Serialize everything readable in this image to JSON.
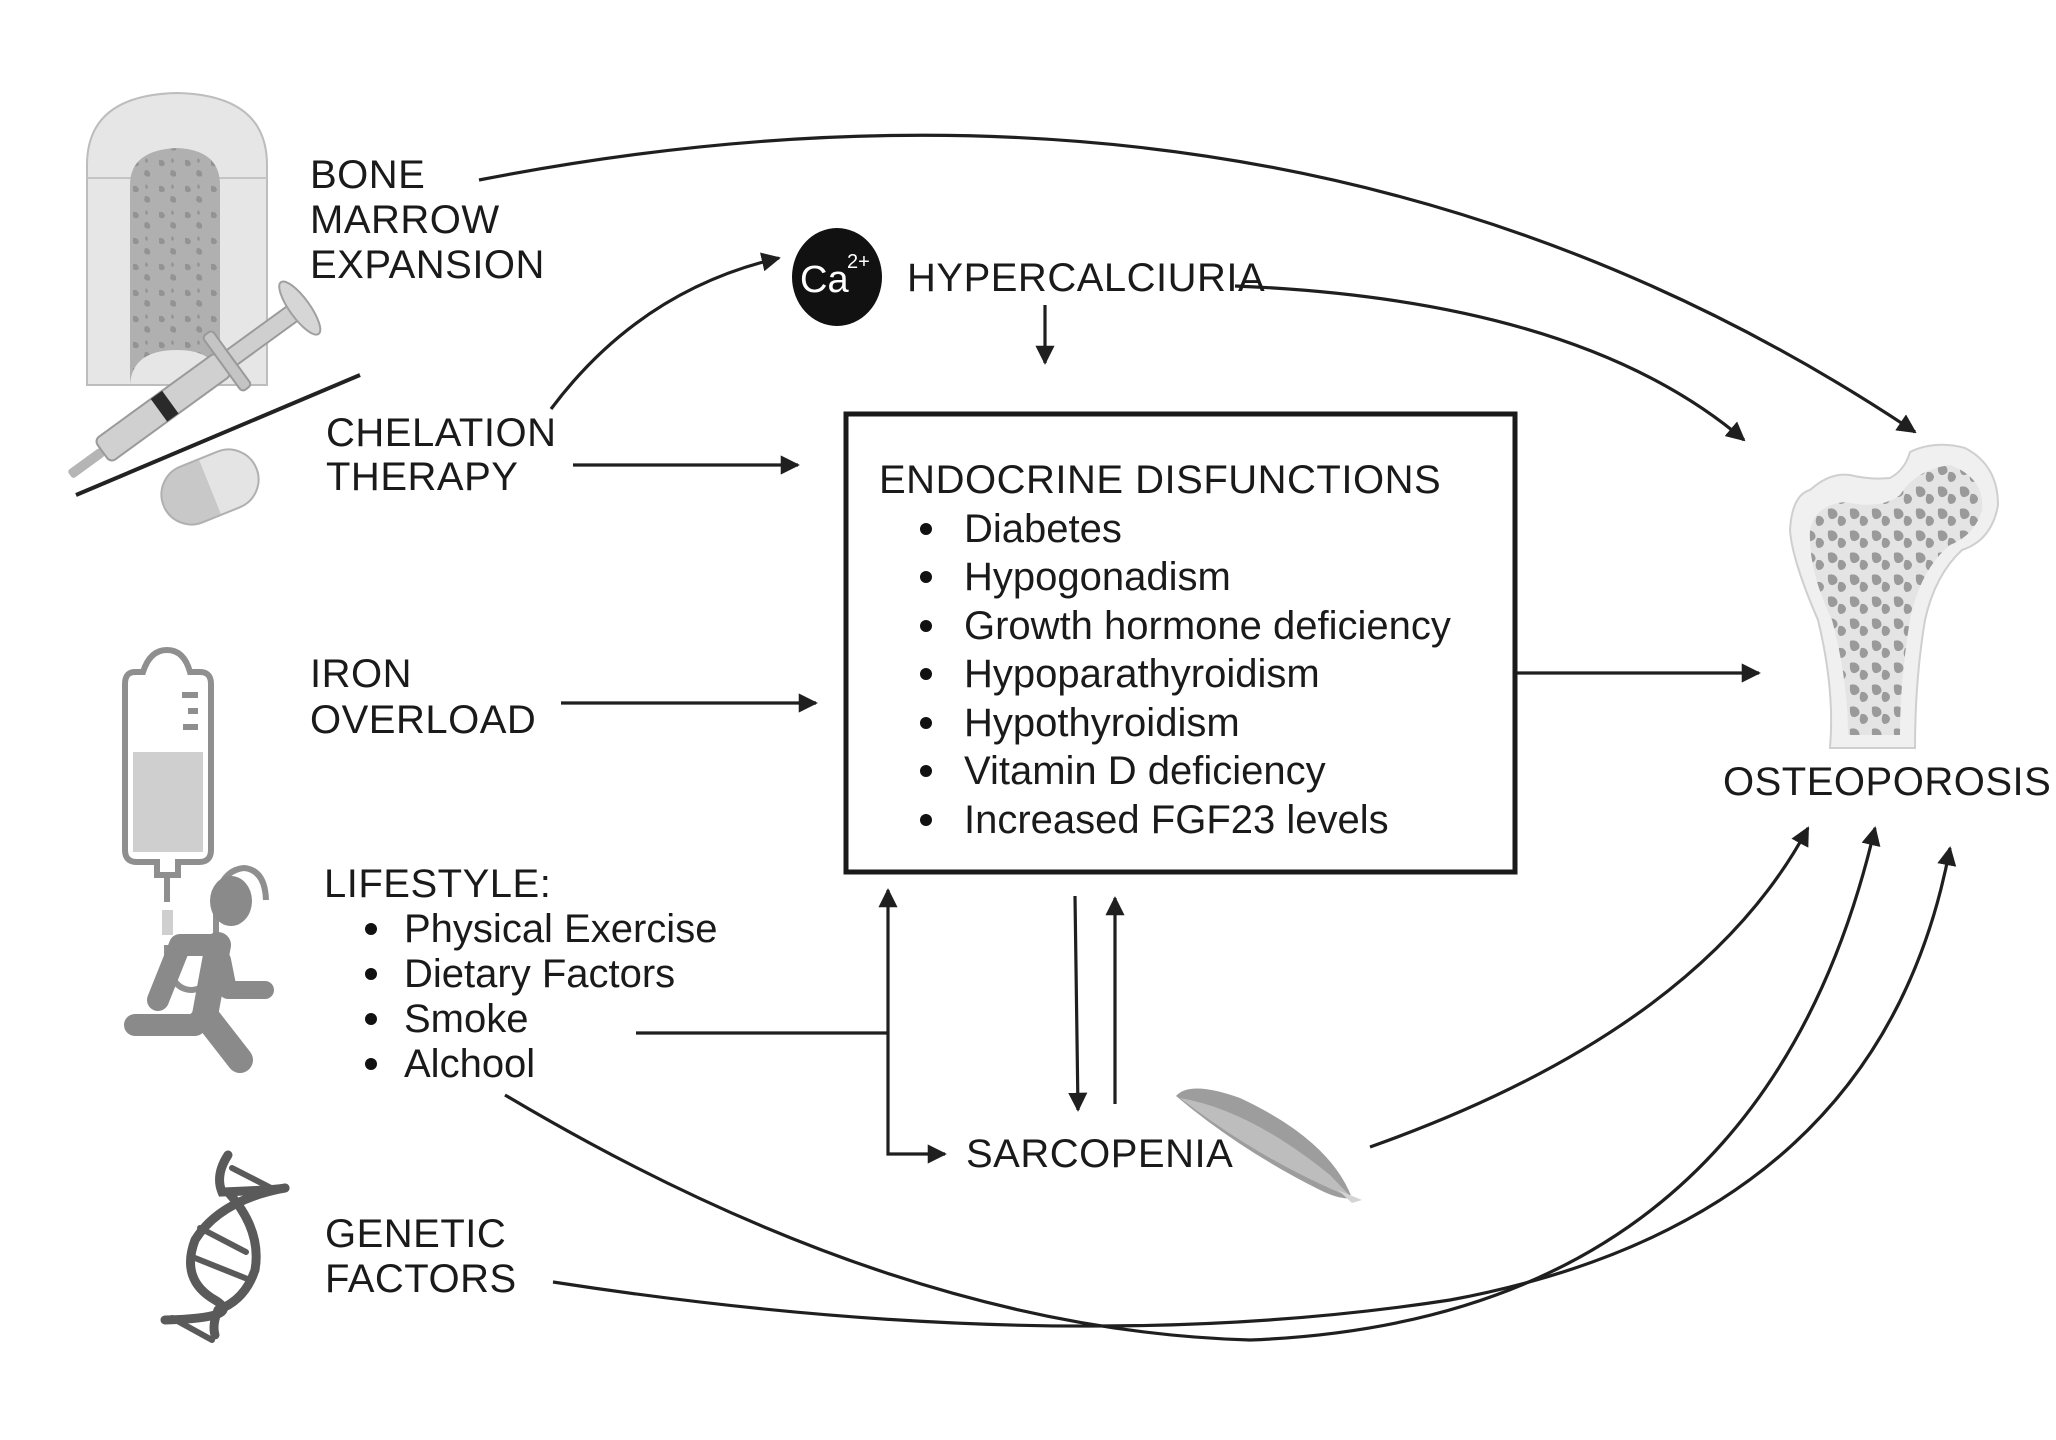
{
  "diagram": {
    "title": "Osteoporosis risk factors diagram",
    "causes": {
      "bone_marrow": [
        "BONE",
        "MARROW",
        "EXPANSION"
      ],
      "chelation": [
        "CHELATION",
        "THERAPY"
      ],
      "iron": [
        "IRON",
        "OVERLOAD"
      ],
      "lifestyle": {
        "heading": "LIFESTYLE:",
        "items": [
          "Physical Exercise",
          "Dietary Factors",
          "Smoke",
          "Alchool"
        ]
      },
      "genetic": [
        "GENETIC",
        "FACTORS"
      ]
    },
    "hypercalciuria": {
      "ion_label": "Ca",
      "ion_charge": "2+",
      "label": "HYPERCALCIURIA"
    },
    "endocrine": {
      "title": "ENDOCRINE DISFUNCTIONS",
      "bullet": "•",
      "items": [
        "Diabetes",
        "Hypogonadism",
        "Growth hormone deficiency",
        "Hypoparathyroidism",
        "Hypothyroidism",
        "Vitamin D deficiency",
        "Increased FGF23 levels"
      ]
    },
    "sarcopenia": {
      "label": "SARCOPENIA"
    },
    "outcome": {
      "label": "OSTEOPOROSIS"
    },
    "colors": {
      "line": "#1f1f1f",
      "icon_gray": "#8a8a8a",
      "icon_light": "#d9d9d9",
      "ion_fill": "#111111"
    }
  }
}
